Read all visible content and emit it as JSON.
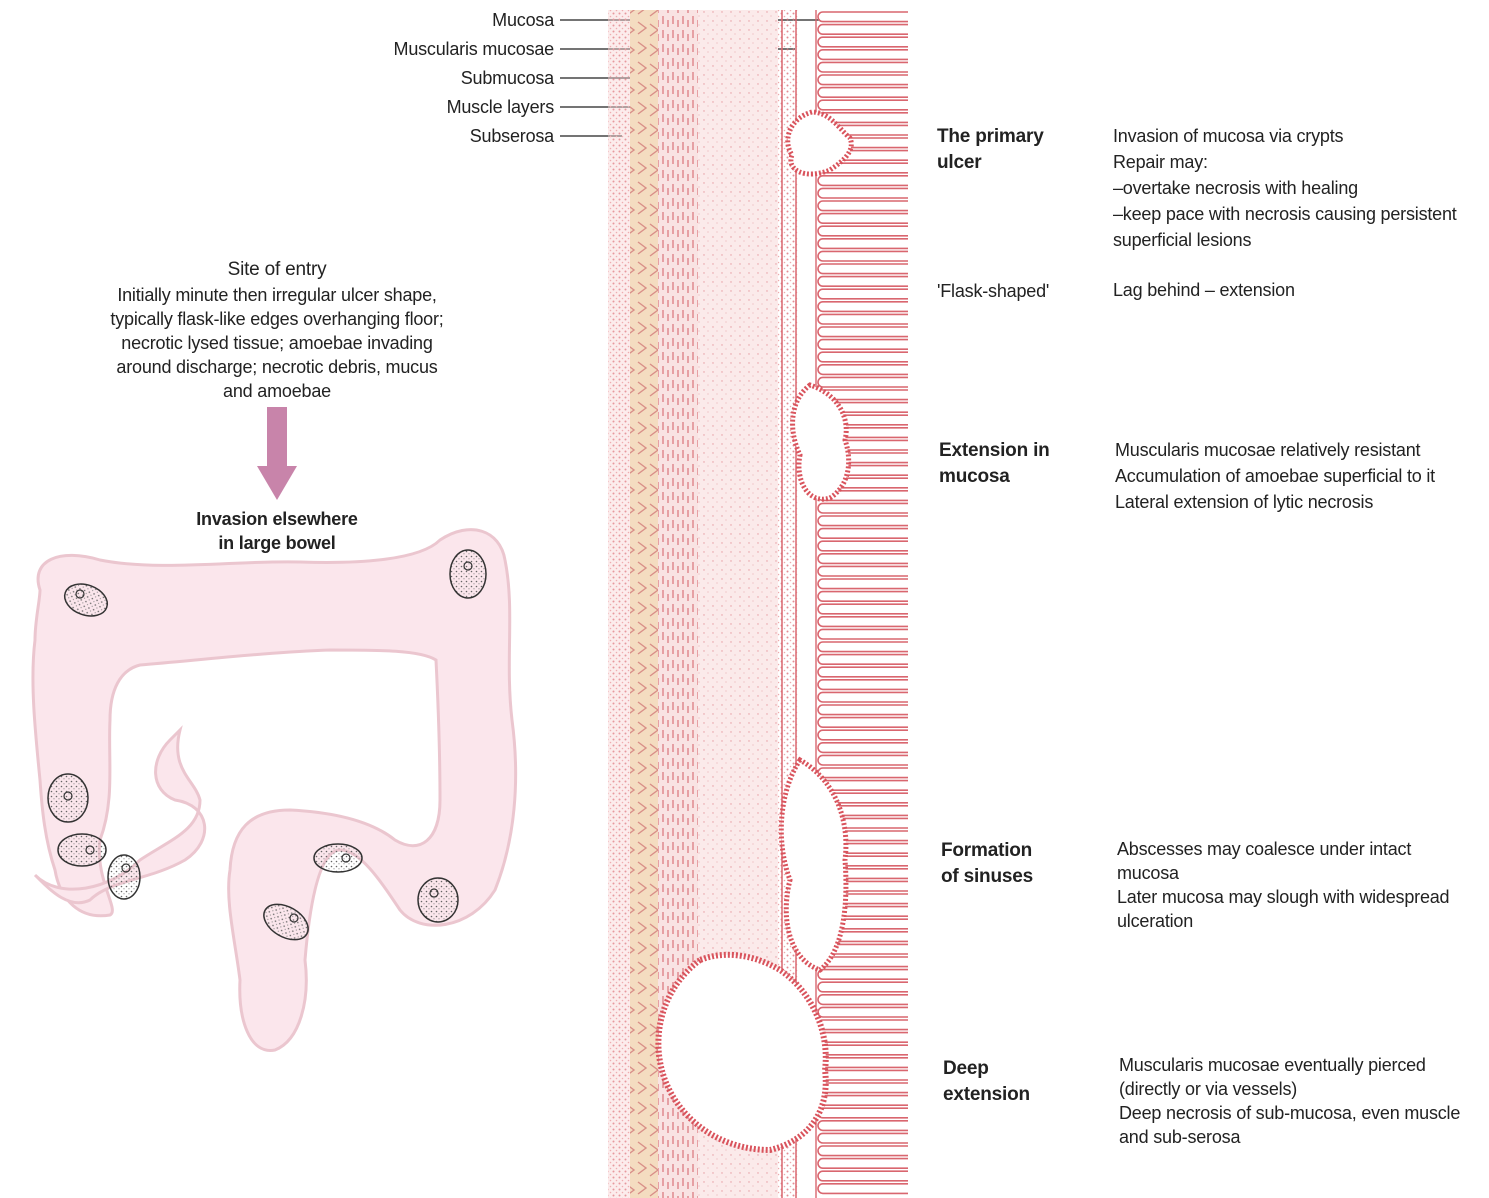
{
  "layers": [
    {
      "name": "Mucosa"
    },
    {
      "name": "Muscularis mucosae"
    },
    {
      "name": "Submucosa"
    },
    {
      "name": "Muscle layers"
    },
    {
      "name": "Subserosa"
    }
  ],
  "site_of_entry": {
    "title": "Site of entry",
    "body": "Initially minute then irregular ulcer shape,\ntypically flask-like edges overhanging floor;\nnecrotic lysed tissue; amoebae invading\naround discharge; necrotic debris, mucus\nand amoebae"
  },
  "invasion": {
    "title": "Invasion elsewhere\nin large bowel"
  },
  "stages": [
    {
      "name": "The primary\nulcer",
      "description": "Invasion of mucosa via crypts\nRepair may:\n–overtake necrosis with healing\n–keep pace with necrosis causing persistent\n  superficial lesions"
    },
    {
      "name": "'Flask-shaped'",
      "description": "Lag behind – extension"
    },
    {
      "name": "Extension in\nmucosa",
      "description": "Muscularis mucosae relatively resistant\nAccumulation of amoebae superficial to it\nLateral extension of lytic necrosis"
    },
    {
      "name": "Formation\nof sinuses",
      "description": "Abscesses may coalesce under intact\nmucosa\nLater mucosa may slough with widespread\nulceration"
    },
    {
      "name": "Deep\nextension",
      "description": "Muscularis mucosae eventually pierced\n(directly or via vessels)\nDeep necrosis of sub-mucosa, even muscle\nand sub-serosa"
    }
  ],
  "colors": {
    "tissue_red": "#d9666f",
    "tissue_pink": "#f7dcdc",
    "muscle_tan": "#f3d7b7",
    "colon_fill": "#fbe6ec",
    "colon_edge": "#e9c3cc",
    "arrow": "#c884aa",
    "ulcer_dark": "#555555"
  },
  "icons": [
    "arrow-down-icon",
    "amoeba-ulcer-icon"
  ]
}
